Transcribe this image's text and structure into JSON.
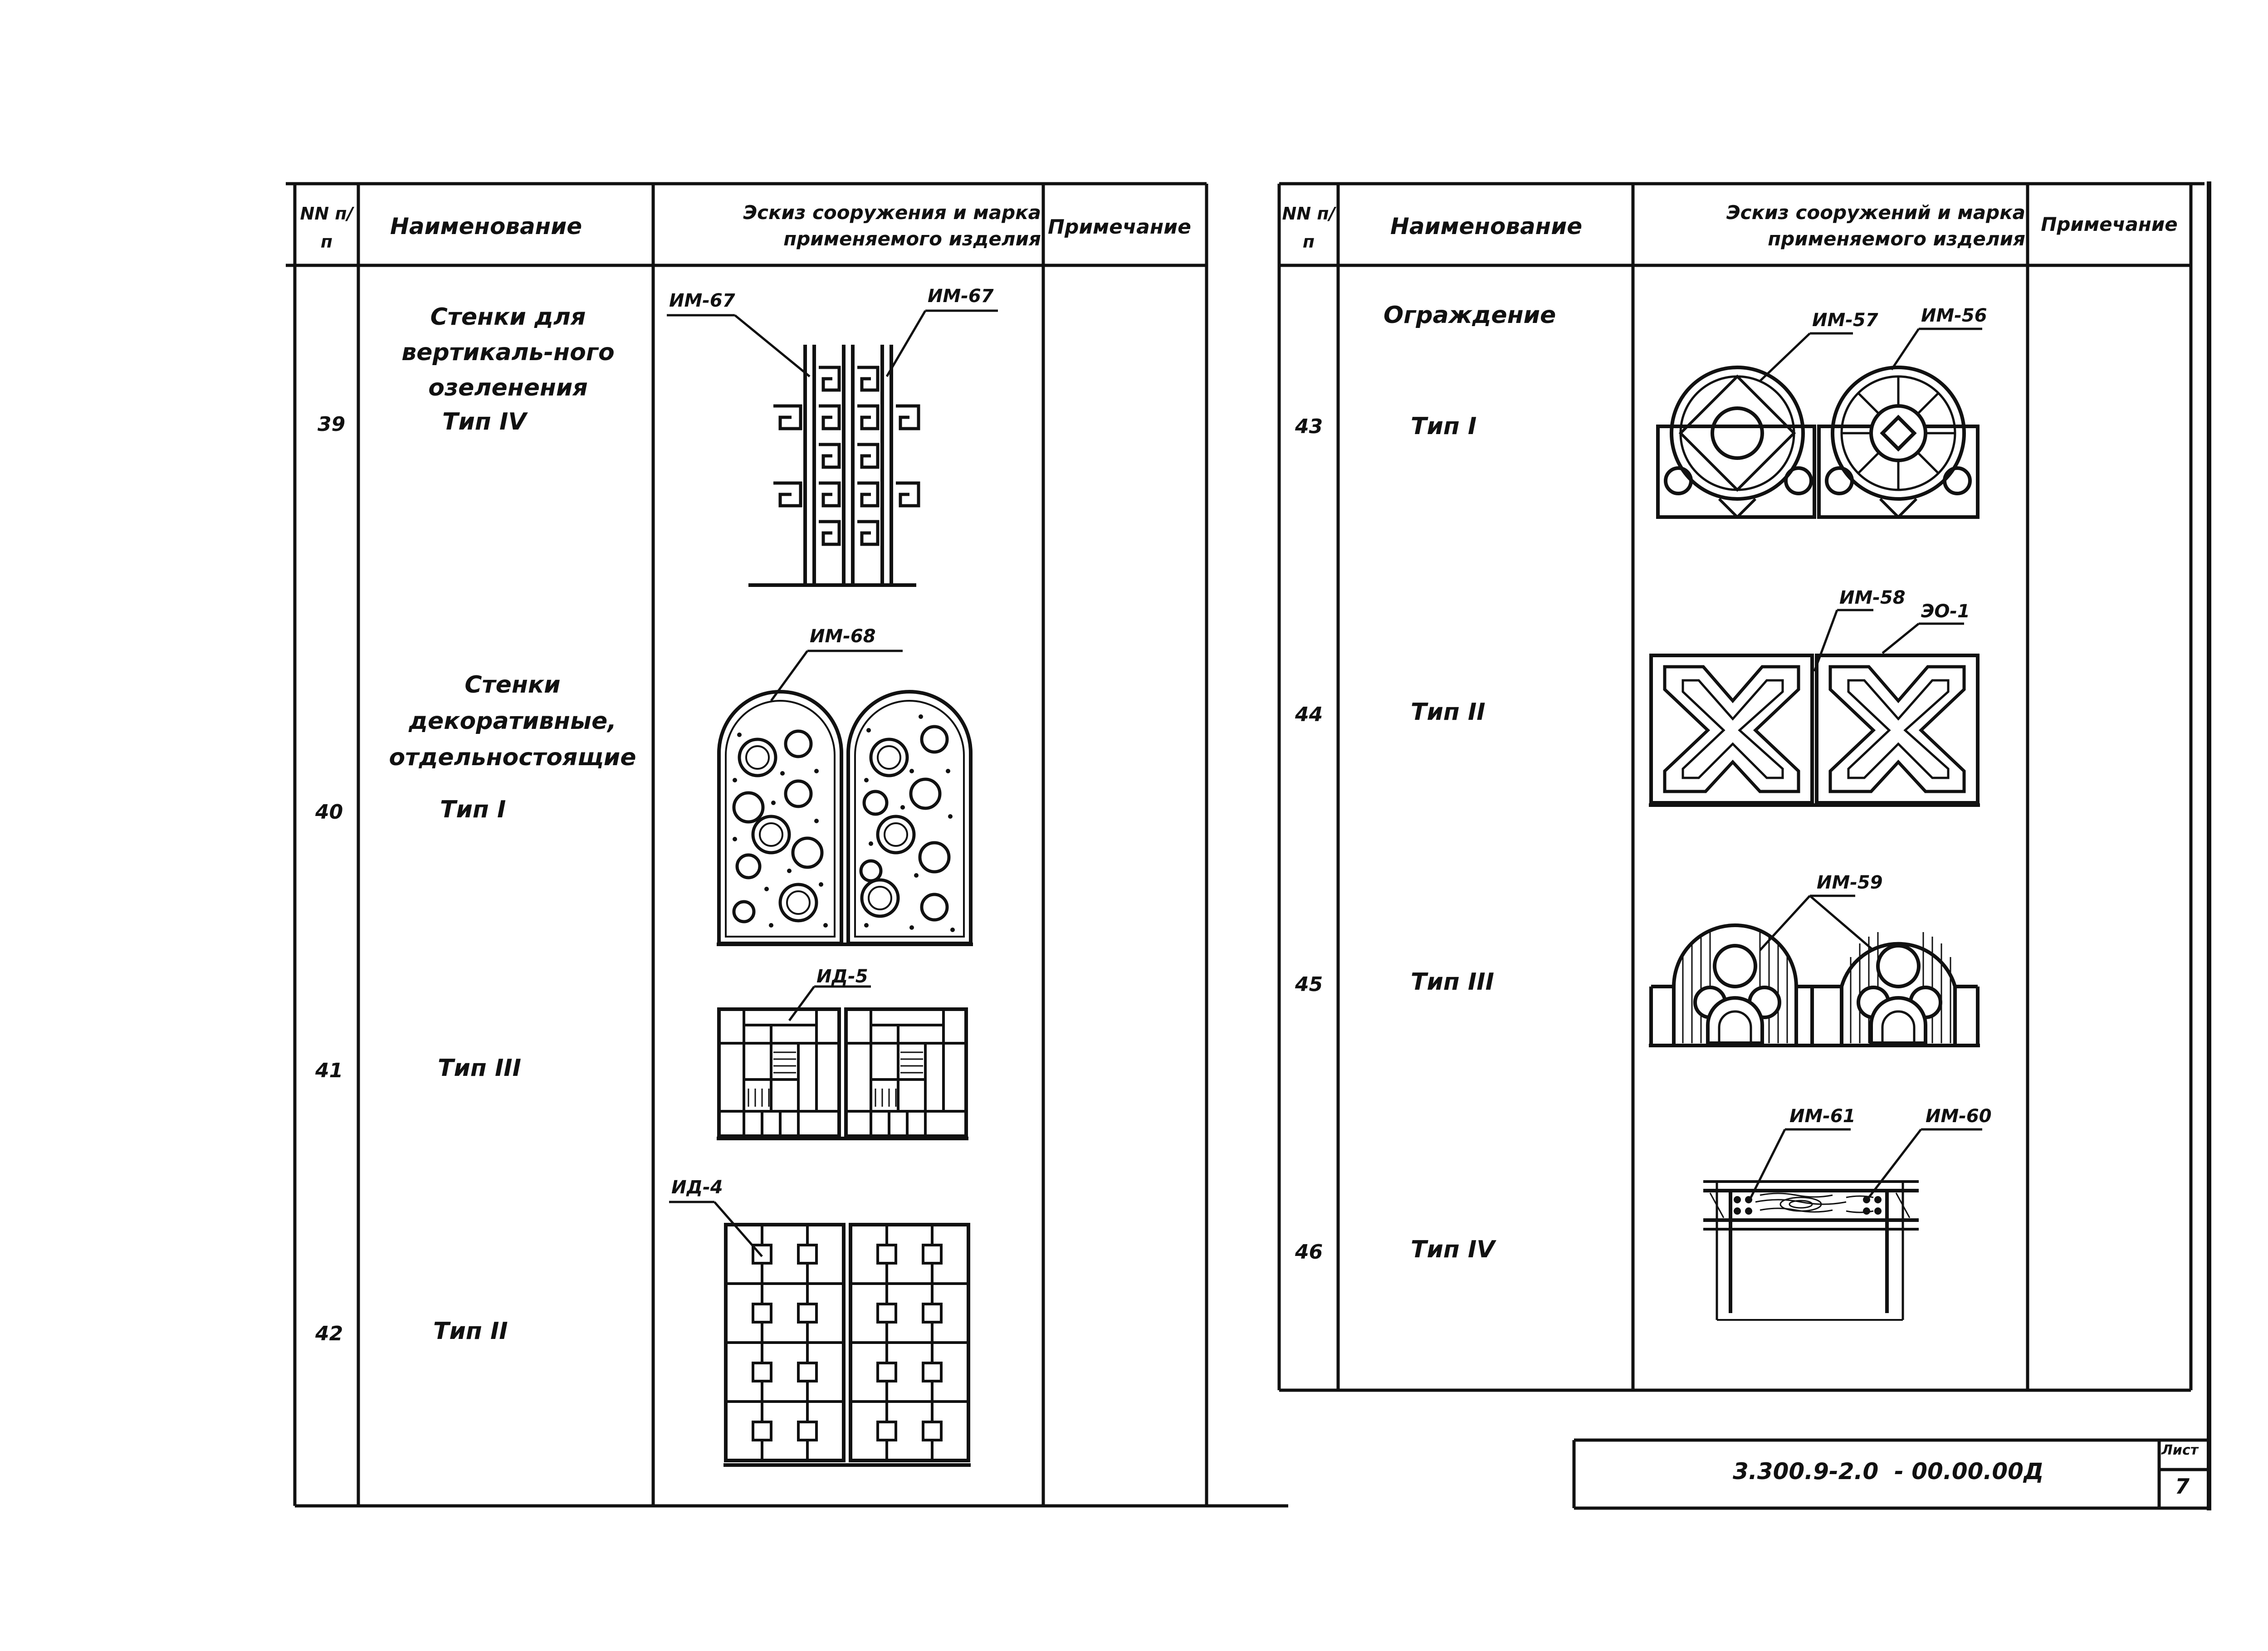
{
  "left_table": {
    "headers": {
      "num": "NN п/п",
      "name": "Наименование",
      "sketch": "Эскиз сооружения и марка применяемого изделия",
      "note": "Примечание"
    },
    "rows": [
      {
        "group": "Стенки для вертикаль-ного озеленения",
        "num": "39",
        "type": "Тип IV",
        "marks": [
          "ИМ-67",
          "ИМ-67"
        ]
      },
      {
        "group": "Стенки декоративные, отдельностоящие",
        "num": "40",
        "type": "Тип I",
        "marks": [
          "ИМ-68"
        ]
      },
      {
        "num": "41",
        "type": "Тип III",
        "marks": [
          "ИД-5"
        ]
      },
      {
        "num": "42",
        "type": "Тип II",
        "marks": [
          "ИД-4"
        ]
      }
    ]
  },
  "right_table": {
    "headers": {
      "num": "NN п/п",
      "name": "Наименование",
      "sketch": "Эскиз сооружений и марка применяемого изделия",
      "note": "Примечание"
    },
    "rows": [
      {
        "group": "Ограждение",
        "num": "43",
        "type": "Тип I",
        "marks": [
          "ИМ-57",
          "ИМ-56"
        ]
      },
      {
        "num": "44",
        "type": "Тип II",
        "marks": [
          "ИМ-58",
          "ЭО-1"
        ]
      },
      {
        "num": "45",
        "type": "Тип III",
        "marks": [
          "ИМ-59"
        ]
      },
      {
        "num": "46",
        "type": "Тип IV",
        "marks": [
          "ИМ-61",
          "ИМ-60"
        ]
      }
    ]
  },
  "stamp": {
    "code": "3.300.9-2.0  - 00.00.00Д",
    "sheet_label": "Лист",
    "sheet_number": "7"
  }
}
